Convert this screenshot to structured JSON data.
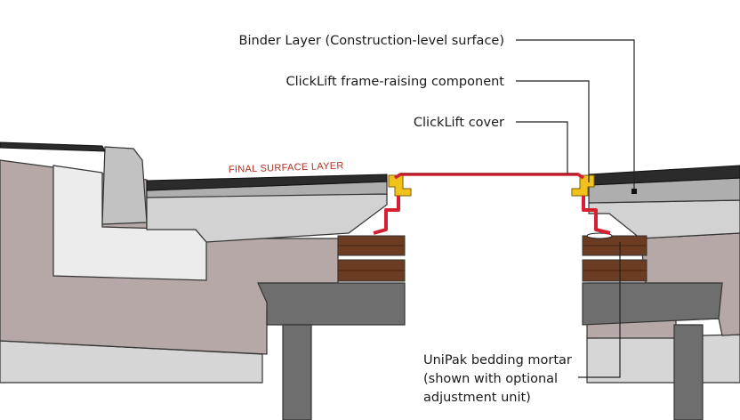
{
  "labels": {
    "binder_layer": "Binder Layer (Construction-level surface)",
    "frame_component": "ClickLift frame-raising component",
    "cover": "ClickLift cover",
    "final_surface": "FINAL SURFACE LAYER",
    "mortar_line1": "UniPak bedding mortar",
    "mortar_line2": "(shown with optional",
    "mortar_line3": "adjustment unit)"
  },
  "colors": {
    "ground": "#b5a8a6",
    "subbase": "#d2d2d2",
    "binder": "#aeaeae",
    "surface": "#2b2b2b",
    "kerb": "#c2c2c2",
    "kerb_base": "#ececec",
    "concrete": "#6e6e6e",
    "brick": "#6b3b22",
    "cover_red": "#d42030",
    "frame_yellow": "#f1c21d",
    "surface_label": "#b03020"
  }
}
